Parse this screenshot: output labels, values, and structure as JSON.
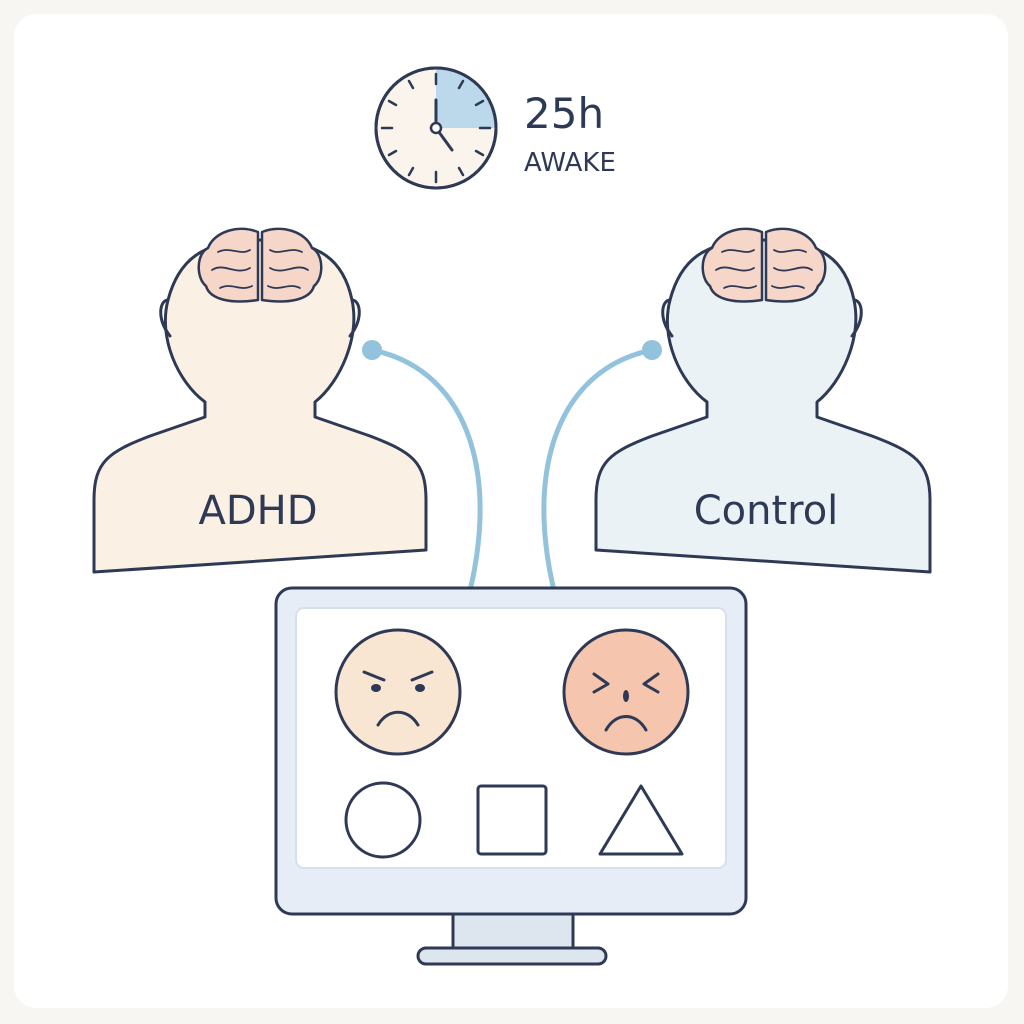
{
  "clock": {
    "hours_text": "25h",
    "awake_text": "AWAKE",
    "elapsed_fraction": 0.25
  },
  "groups": {
    "left_label": "ADHD",
    "right_label": "Control"
  },
  "colors": {
    "outline": "#2e3a55",
    "adhd_fill": "#fbf0e4",
    "control_fill": "#eaf2f6",
    "arrow": "#93c2dd",
    "brain": "#f6d6c8",
    "angry_face_fill": "#f8e6d2",
    "distressed_face_fill": "#f5c6ad",
    "monitor_frame": "#e6edf6",
    "monitor_screen": "#ffffff"
  },
  "icons": [
    "clock-icon",
    "brain-icon",
    "angry-face-icon",
    "distressed-face-icon",
    "circle-shape-icon",
    "square-shape-icon",
    "triangle-shape-icon",
    "monitor-icon"
  ]
}
